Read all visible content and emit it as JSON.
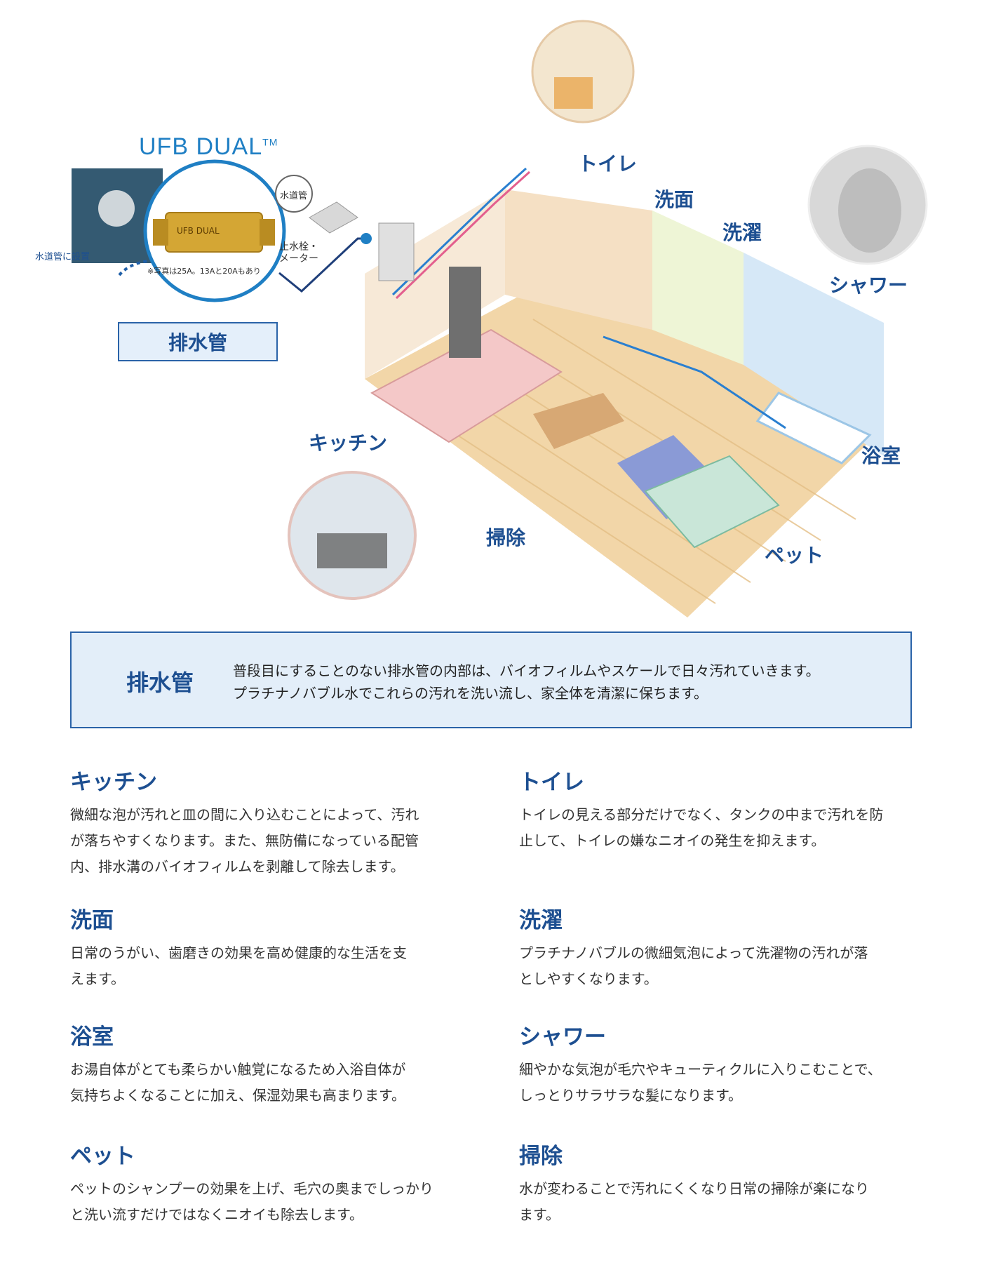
{
  "illustration": {
    "brand": "UFB DUAL",
    "brand_mark": "TM",
    "water_pipe_install": "水道管に設置",
    "photo_note": "※写真は25A。13Aと20Aもあり",
    "water_pipe": "水道管",
    "stop_valve_line1": "止水栓・",
    "stop_valve_line2": "メーター",
    "drain_pipe_label": "排水管",
    "product_label_text": "UFB DUAL",
    "room_labels": {
      "toilet": "トイレ",
      "washroom": "洗面",
      "laundry": "洗濯",
      "shower": "シャワー",
      "kitchen": "キッチン",
      "bathroom": "浴室",
      "cleaning": "掃除",
      "pet": "ペット"
    }
  },
  "info_box": {
    "title": "排水管",
    "line1": "普段目にすることのない排水管の内部は、バイオフィルムやスケールで日々汚れていきます。",
    "line2": "プラチナノバブル水でこれらの汚れを洗い流し、家全体を清潔に保ちます。"
  },
  "features": [
    {
      "title": "キッチン",
      "lines": [
        "微細な泡が汚れと皿の間に入り込むことによって、汚れ",
        "が落ちやすくなります。また、無防備になっている配管",
        "内、排水溝のバイオフィルムを剥離して除去します。"
      ]
    },
    {
      "title": "トイレ",
      "lines": [
        "トイレの見える部分だけでなく、タンクの中まで汚れを防",
        "止して、トイレの嫌なニオイの発生を抑えます。"
      ]
    },
    {
      "title": "洗面",
      "lines": [
        "日常のうがい、歯磨きの効果を高め健康的な生活を支",
        "えます。"
      ]
    },
    {
      "title": "洗濯",
      "lines": [
        "プラチナノバブルの微細気泡によって洗濯物の汚れが落",
        "としやすくなります。"
      ]
    },
    {
      "title": "浴室",
      "lines": [
        "お湯自体がとても柔らかい触覚になるため入浴自体が",
        "気持ちよくなることに加え、保湿効果も高まります。"
      ]
    },
    {
      "title": "シャワー",
      "lines": [
        "細やかな気泡が毛穴やキューティクルに入りこむことで、",
        "しっとりサラサラな髪になります。"
      ]
    },
    {
      "title": "ペット",
      "lines": [
        "ペットのシャンプーの効果を上げ、毛穴の奥までしっかり",
        "と洗い流すだけではなくニオイも除去します。"
      ]
    },
    {
      "title": "掃除",
      "lines": [
        "水が変わることで汚れにくくなり日常の掃除が楽になり",
        "ます。"
      ]
    }
  ],
  "colors": {
    "heading": "#1d4f91",
    "accent": "#1f7fc4",
    "box_fill": "#e3eef9",
    "box_border": "#2a63a8"
  }
}
